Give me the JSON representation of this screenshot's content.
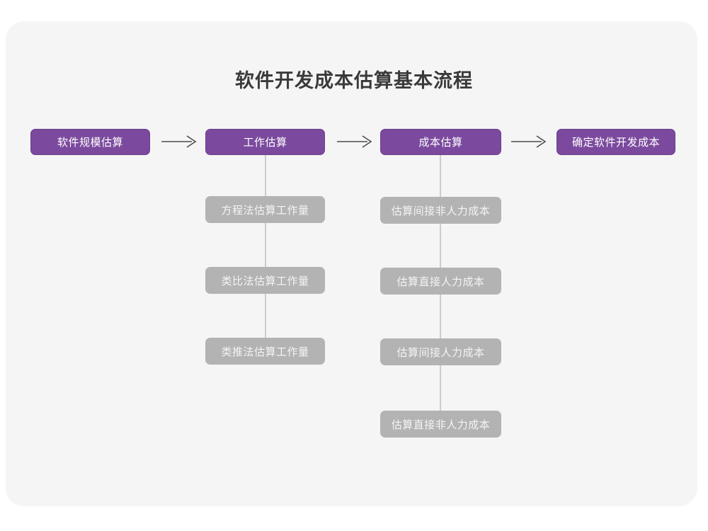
{
  "chart_data": {
    "type": "diagram",
    "diagram_kind": "flowchart",
    "title": "软件开发成本估算基本流程",
    "orientation": "left-to-right with vertical sub-branches",
    "stages": [
      {
        "id": "s1",
        "label": "软件规模估算",
        "sub_items": []
      },
      {
        "id": "s2",
        "label": "工作估算",
        "sub_items": [
          "方程法估算工作量",
          "类比法估算工作量",
          "类推法估算工作量"
        ]
      },
      {
        "id": "s3",
        "label": "成本估算",
        "sub_items": [
          "估算间接非人力成本",
          "估算直接人力成本",
          "估算间接人力成本",
          "估算直接非人力成本"
        ]
      },
      {
        "id": "s4",
        "label": "确定软件开发成本",
        "sub_items": []
      }
    ],
    "connectors": [
      {
        "from": "s1",
        "to": "s2",
        "glyph": "⟶"
      },
      {
        "from": "s2",
        "to": "s3",
        "glyph": "⟶"
      },
      {
        "from": "s3",
        "to": "s4",
        "glyph": "⟶"
      }
    ],
    "colors": {
      "page_background": "#ffffff",
      "card_background": "#f5f5f5",
      "stage_fill": "#7b4a9e",
      "stage_border": "#6b3f8c",
      "stage_text": "#ffffff",
      "sub_fill": "#b3b3b3",
      "sub_text": "#f4f4f4",
      "connector_line": "#cccccc",
      "arrow": "#4d4d4d",
      "title_text": "#3a3a3a"
    }
  },
  "title": {
    "text": "软件开发成本估算基本流程"
  },
  "stage_boxes": [
    {
      "label": "软件规模估算"
    },
    {
      "label": "工作估算"
    },
    {
      "label": "成本估算"
    },
    {
      "label": "确定软件开发成本"
    }
  ],
  "column2_items": [
    {
      "label": "方程法估算工作量"
    },
    {
      "label": "类比法估算工作量"
    },
    {
      "label": "类推法估算工作量"
    }
  ],
  "column3_items": [
    {
      "label": "估算间接非人力成本"
    },
    {
      "label": "估算直接人力成本"
    },
    {
      "label": "估算间接人力成本"
    },
    {
      "label": "估算直接非人力成本"
    }
  ],
  "arrows": [
    {
      "glyph": "⟶"
    },
    {
      "glyph": "⟶"
    },
    {
      "glyph": "⟶"
    }
  ]
}
